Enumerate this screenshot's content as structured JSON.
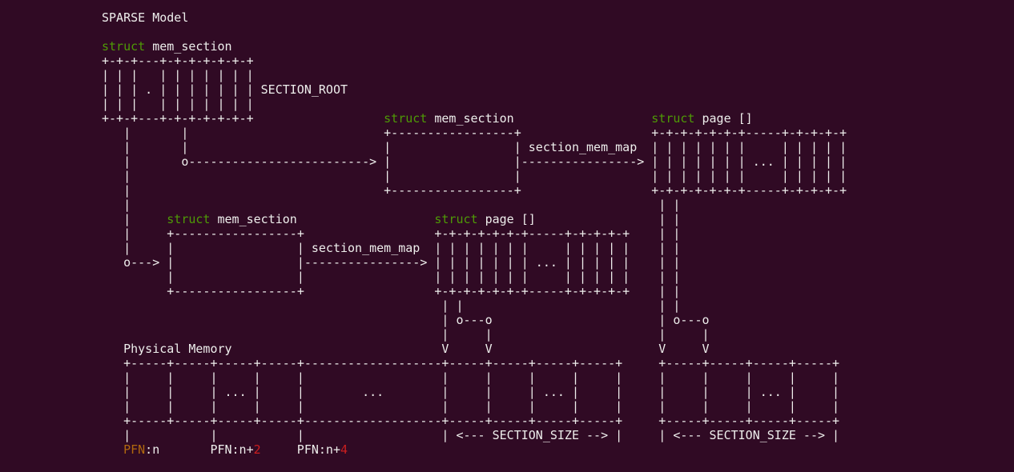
{
  "title": "SPARSE Model",
  "keyword": "struct",
  "root": {
    "type": "mem_section",
    "box": "+-+-+---+-+-+-+-+-+-+\n| | |   | | | | | | |\n| | | . | | | | | | |\n| | |   | | | | | | |\n+-+-+---+-+-+-+-+-+-+",
    "label": "SECTION_ROOT",
    "connector_left": "|\n|\n|\n|\n|\n|\n|\n|\n|\no--->",
    "connector_right": "|\n|\no------------------------->"
  },
  "section_top": {
    "type": "mem_section",
    "box": "+-----------------+\n|                 |\n|                 |\n|                 |\n+-----------------+",
    "field": "section_mem_map",
    "arrow": "---------------->"
  },
  "page_top": {
    "type": "page []",
    "box": "+-+-+-+-+-+-+-----+-+-+-+-+\n| | | | | | |     | | | | |\n| | | | | | | ... | | | | |\n| | | | | | |     | | | | |\n+-+-+-+-+-+-+-----+-+-+-+-+",
    "connector": "| |\n| |\n| |\n| |\n| |\n| |\n| |\n| |\n| o---o\n|     |\nV     V"
  },
  "section_bottom": {
    "type": "mem_section",
    "box": "+-----------------+\n|                 |\n|                 |\n|                 |\n+-----------------+",
    "field": "section_mem_map",
    "arrow": "---------------->"
  },
  "page_bottom": {
    "type": "page []",
    "box": "+-+-+-+-+-+-+-----+-+-+-+-+\n| | | | | | |     | | | | |\n| | | | | | | ... | | | | |\n| | | | | | |     | | | | |\n+-+-+-+-+-+-+-----+-+-+-+-+",
    "connector": "| |\n| o---o\n|     |\nV     V"
  },
  "physical_memory": {
    "label": "Physical Memory",
    "box_left": "+-----+-----+-----+-----+-------------------+-----+-----+-----+-----+\n|     |     |     |     |                   |     |     |     |     |\n|     |     | ... |     |        ...        |     |     | ... |     |\n|     |     |     |     |                   |     |     |     |     |\n+-----+-----+-----+-----+-------------------+-----+-----+-----+-----+",
    "box_right": "+-----+-----+-----+-----+\n|     |     |     |     |\n|     |     | ... |     |\n|     |     |     |     |\n+-----+-----+-----+-----+",
    "ticks": "|           |           |",
    "section_size": "| <--- SECTION_SIZE --> |",
    "pfn": [
      {
        "prefix": "PFN",
        "suffix": ":n",
        "offset": ""
      },
      {
        "prefix": "PFN:n+",
        "suffix": "",
        "offset": "2"
      },
      {
        "prefix": "PFN:n+",
        "suffix": "",
        "offset": "4"
      }
    ]
  },
  "colors": {
    "background": "#300a24",
    "keyword": "#4e9a06",
    "pfn": "#b0680e",
    "offset": "#cc1f1f",
    "text": "#eeeeec"
  }
}
